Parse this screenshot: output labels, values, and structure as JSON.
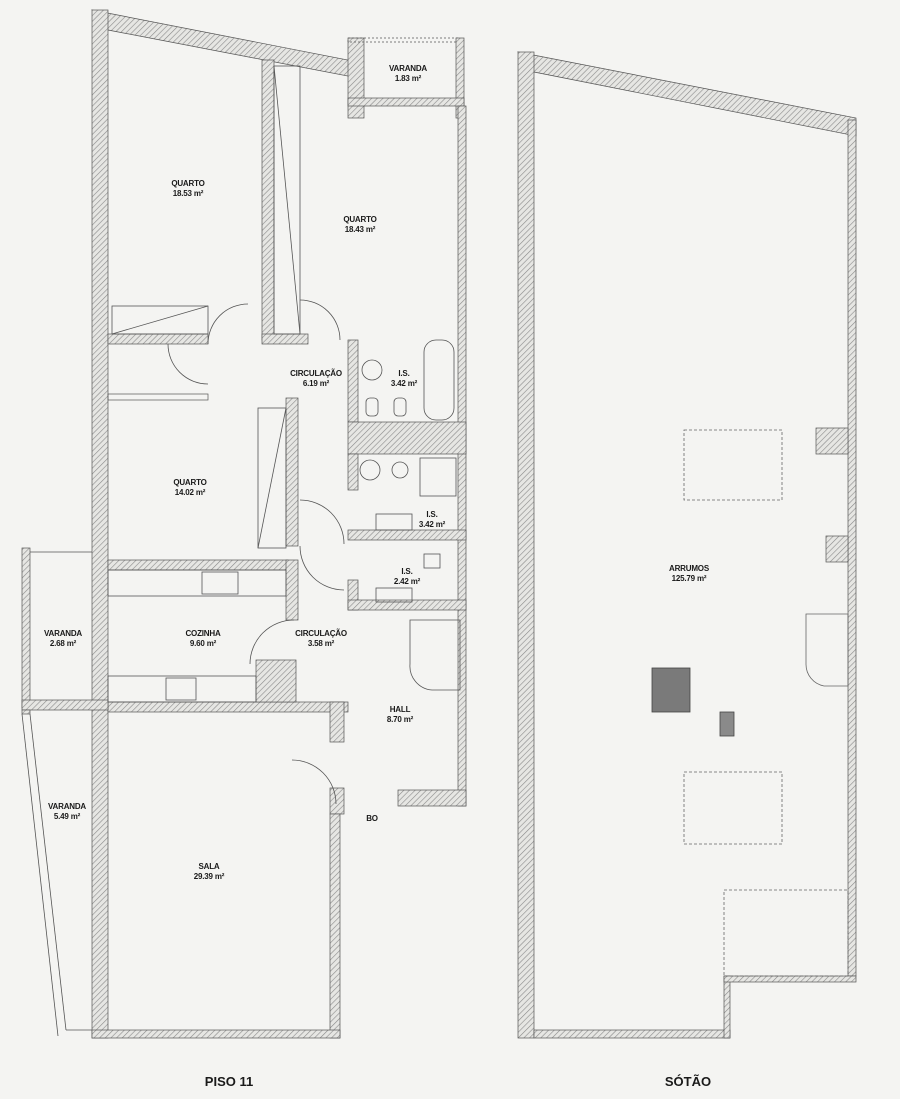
{
  "plans": [
    {
      "title": "PISO 11",
      "rooms": [
        {
          "name": "QUARTO",
          "area": "18.53 m²"
        },
        {
          "name": "QUARTO",
          "area": "18.43 m²"
        },
        {
          "name": "VARANDA",
          "area": "1.83 m²"
        },
        {
          "name": "CIRCULAÇÃO",
          "area": "6.19 m²"
        },
        {
          "name": "I.S.",
          "area": "3.42 m²"
        },
        {
          "name": "QUARTO",
          "area": "14.02 m²"
        },
        {
          "name": "I.S.",
          "area": "3.42 m²"
        },
        {
          "name": "I.S.",
          "area": "2.42 m²"
        },
        {
          "name": "VARANDA",
          "area": "2.68 m²"
        },
        {
          "name": "COZINHA",
          "area": "9.60 m²"
        },
        {
          "name": "CIRCULAÇÃO",
          "area": "3.58 m²"
        },
        {
          "name": "HALL",
          "area": "8.70 m²"
        },
        {
          "name": "VARANDA",
          "area": "5.49 m²"
        },
        {
          "name": "SALA",
          "area": "29.39 m²"
        }
      ],
      "markers": {
        "bo": "BO"
      }
    },
    {
      "title": "SÓTÃO",
      "rooms": [
        {
          "name": "ARRUMOS",
          "area": "125.79 m²"
        }
      ]
    }
  ],
  "colors": {
    "wall": "#8a8a8a",
    "line": "#555555",
    "background": "#f4f4f2"
  }
}
